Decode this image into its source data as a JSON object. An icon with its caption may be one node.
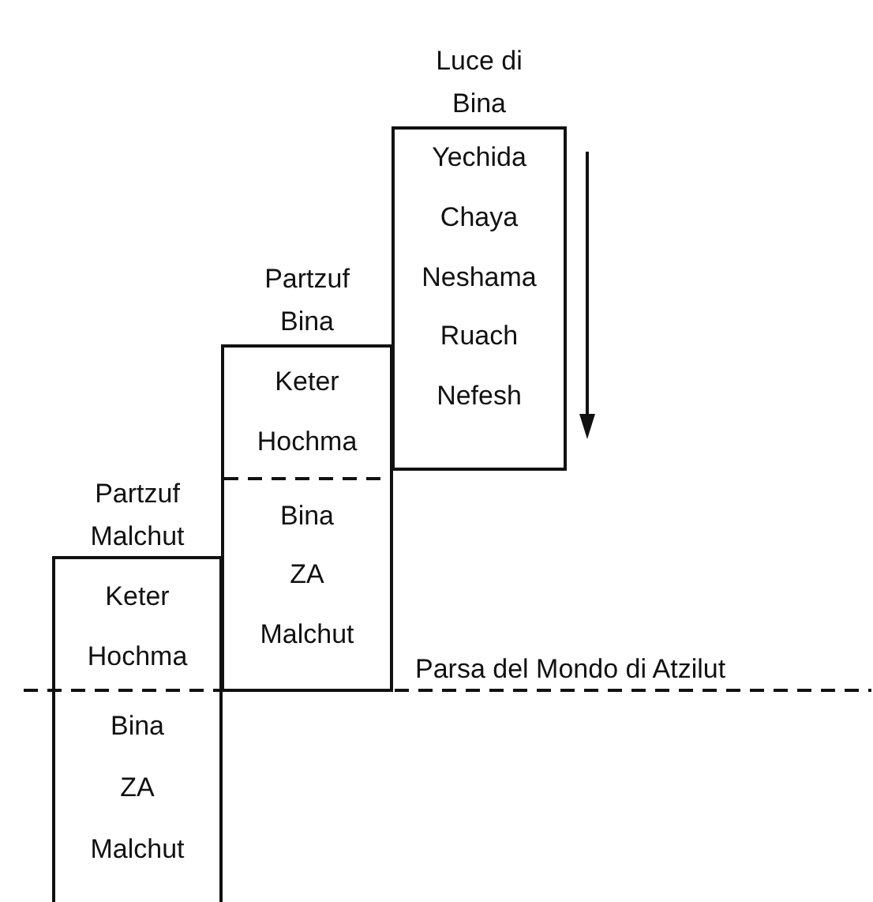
{
  "diagram": {
    "nodes": [
      {
        "text": [
          "Partzuf Malchut",
          "Keter",
          "Hochma",
          "Bina",
          "ZA",
          "Malchut"
        ]
      },
      {
        "text": [
          "Partzuf Bina",
          "Keter",
          "Hochma",
          "Bina",
          "ZA",
          "Malchut"
        ]
      },
      {
        "text": [
          "Luce di Bina",
          "Yechida",
          "Chaya",
          "Neshama",
          "Ruach",
          "Nefesh"
        ]
      }
    ],
    "edges": [],
    "labels": [
      "Parsa del Mondo di Atzilut"
    ]
  }
}
